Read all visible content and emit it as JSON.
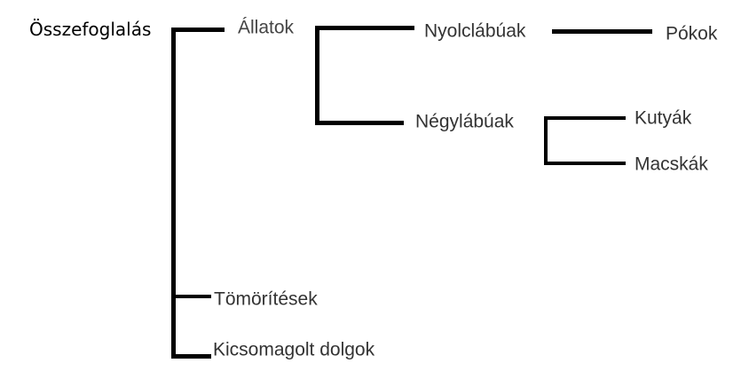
{
  "tree": {
    "root": "Összefoglalás",
    "animals": "Állatok",
    "eight_legged": "Nyolclábúak",
    "spiders": "Pókok",
    "four_legged": "Négylábúak",
    "dogs": "Kutyák",
    "cats": "Macskák",
    "compressions": "Tömörítések",
    "packed_things": "Kicsomagolt dolgok"
  },
  "colors": {
    "line": "#000000",
    "text": "#333333"
  }
}
